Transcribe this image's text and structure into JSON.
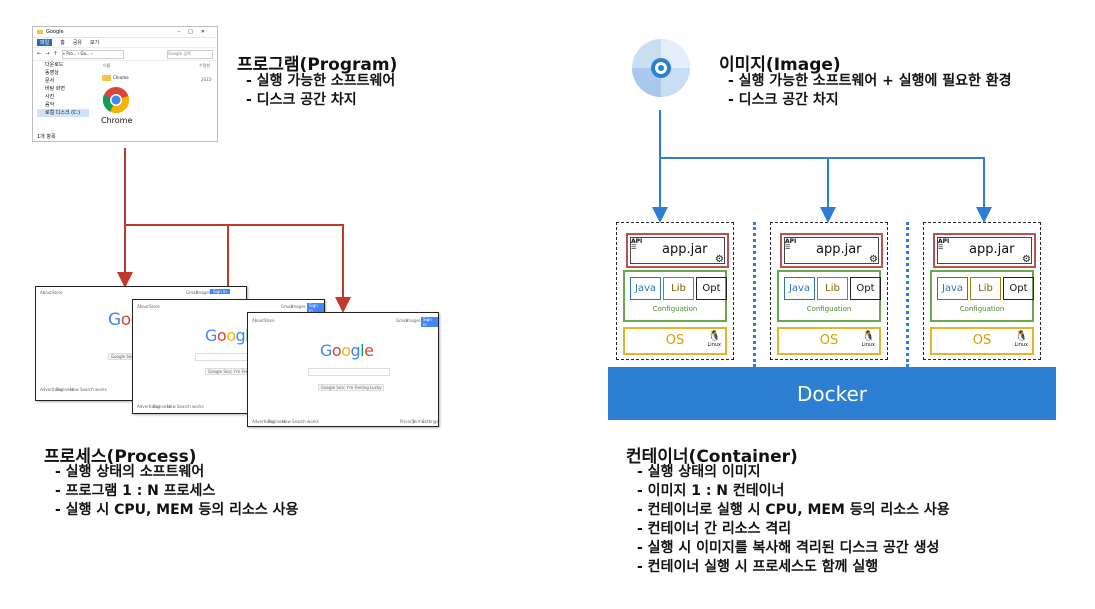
{
  "program": {
    "title": "프로그램(Program)",
    "bullets": [
      "- 실행 가능한 소프트웨어",
      "- 디스크 공간 차지"
    ]
  },
  "process": {
    "title": "프로세스(Process)",
    "bullets": [
      "- 실행 상태의 소프트웨어",
      "- 프로그램 1 : N 프로세스",
      "- 실행 시 CPU, MEM 등의 리소스 사용"
    ]
  },
  "image": {
    "title": "이미지(Image)",
    "bullets": [
      "- 실행 가능한 소프트웨어 + 실행에 필요한 환경",
      "- 디스크 공간 차지"
    ]
  },
  "container": {
    "title": "컨테이너(Container)",
    "bullets": [
      "- 실행 상태의 이미지",
      "- 이미지 1 : N 컨테이너",
      "- 컨테이너로 실행 시  CPU, MEM 등의 리소스 사용",
      "- 컨테이너 간 리소스 격리",
      "- 실행 시 이미지를 복사해 격리된 디스크 공간 생성",
      "- 컨테이너 실행 시 프로세스도 함께 실행"
    ]
  },
  "explorer": {
    "window_title": "Google",
    "tabs": [
      "파일",
      "홈",
      "공유",
      "보기"
    ],
    "address": "« Pro... › Go... ›",
    "search_placeholder": "Google 검색",
    "column_name": "이름",
    "column_date": "수정한",
    "date_value": "2022-",
    "sidebar": [
      "다운로드",
      "동영상",
      "문서",
      "바탕 화면",
      "사진",
      "음악",
      "로컬 디스크 (C:)"
    ],
    "files": [
      "Chrome",
      "Chrome"
    ],
    "status": "1개 항목"
  },
  "browser": {
    "logo": "Google",
    "search_button": "Google Search",
    "lucky_button": "I'm Feeling Lucky",
    "footer_left": [
      "Advertising",
      "Business",
      "How Search works"
    ],
    "footer_right": [
      "Privacy",
      "Terms",
      "Settings"
    ],
    "nav_left": [
      "About",
      "Store"
    ],
    "nav_right": [
      "Gmail",
      "Images"
    ],
    "signin": "Sign in"
  },
  "stack": {
    "api": "API",
    "app": "app.jar",
    "modules": [
      "Java",
      "Lib",
      "Opt"
    ],
    "config": "Configuation",
    "os": "OS",
    "linux": "Linux"
  },
  "docker": "Docker",
  "colors": {
    "process_arrow": "#c0392b",
    "image_arrow": "#2d7fd3",
    "docker": "#2d7fd3",
    "app_border": "#c0504d",
    "config_border": "#6aa84f",
    "os_border": "#e6b422"
  }
}
